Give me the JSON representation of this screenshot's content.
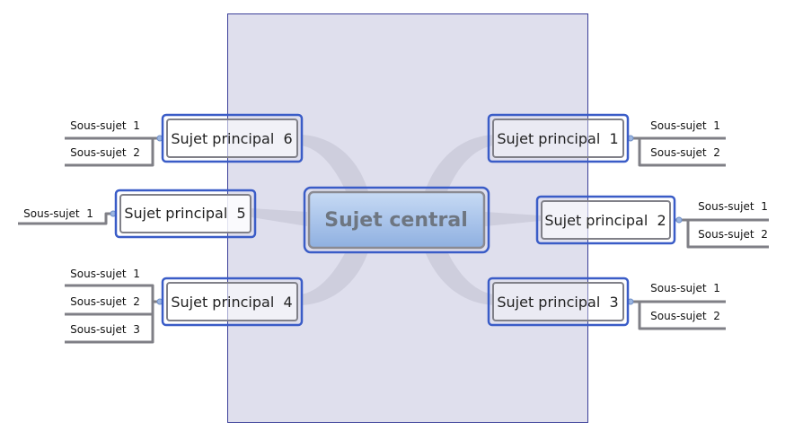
{
  "central": {
    "label": "Sujet central"
  },
  "topics": [
    {
      "label": "Sujet principal  1",
      "subs": [
        "Sous-sujet  1",
        "Sous-sujet  2"
      ]
    },
    {
      "label": "Sujet principal  2",
      "subs": [
        "Sous-sujet  1",
        "Sous-sujet  2"
      ]
    },
    {
      "label": "Sujet principal  3",
      "subs": [
        "Sous-sujet  1",
        "Sous-sujet  2"
      ]
    },
    {
      "label": "Sujet principal  4",
      "subs": [
        "Sous-sujet  1",
        "Sous-sujet  2",
        "Sous-sujet  3"
      ]
    },
    {
      "label": "Sujet principal  5",
      "subs": [
        "Sous-sujet  1"
      ]
    },
    {
      "label": "Sujet principal  6",
      "subs": [
        "Sous-sujet  1",
        "Sous-sujet  2"
      ]
    }
  ],
  "colors": {
    "selection_fill": "#e0e0ec",
    "selection_border": "#3b3f99",
    "topic_border": "#3a5cc7",
    "connector": "#8a8a92",
    "central_fill": "#a9c6ec"
  }
}
